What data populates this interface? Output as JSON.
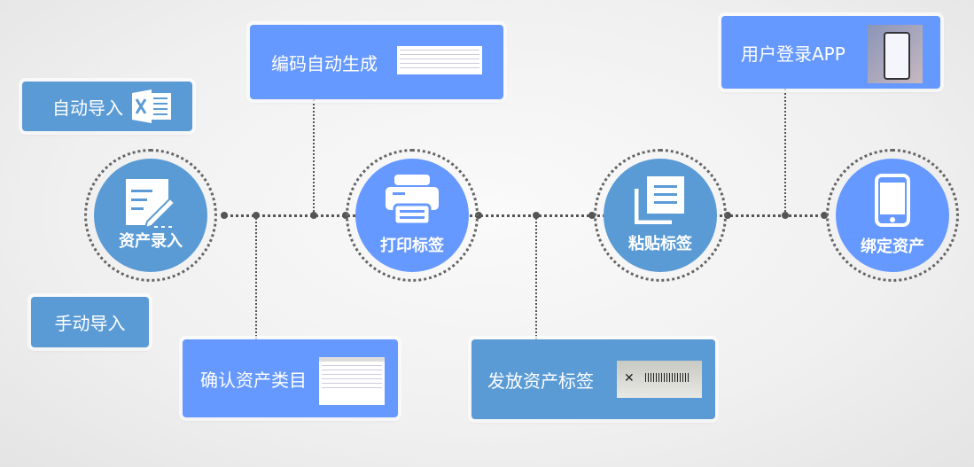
{
  "colors": {
    "primary": "#5b9bd5",
    "accent": "#6699ff",
    "line": "#555555"
  },
  "steps": [
    {
      "label": "资产录入",
      "icon": "form-edit-icon"
    },
    {
      "label": "打印标签",
      "icon": "printer-icon"
    },
    {
      "label": "粘贴标签",
      "icon": "documents-icon"
    },
    {
      "label": "绑定资产",
      "icon": "smartphone-icon"
    }
  ],
  "boxes": {
    "auto_import": "自动导入",
    "manual_import": "手动导入",
    "auto_code": "编码自动生成",
    "confirm_category": "确认资产类目",
    "issue_label": "发放资产标签",
    "user_login": "用户登录APP"
  }
}
